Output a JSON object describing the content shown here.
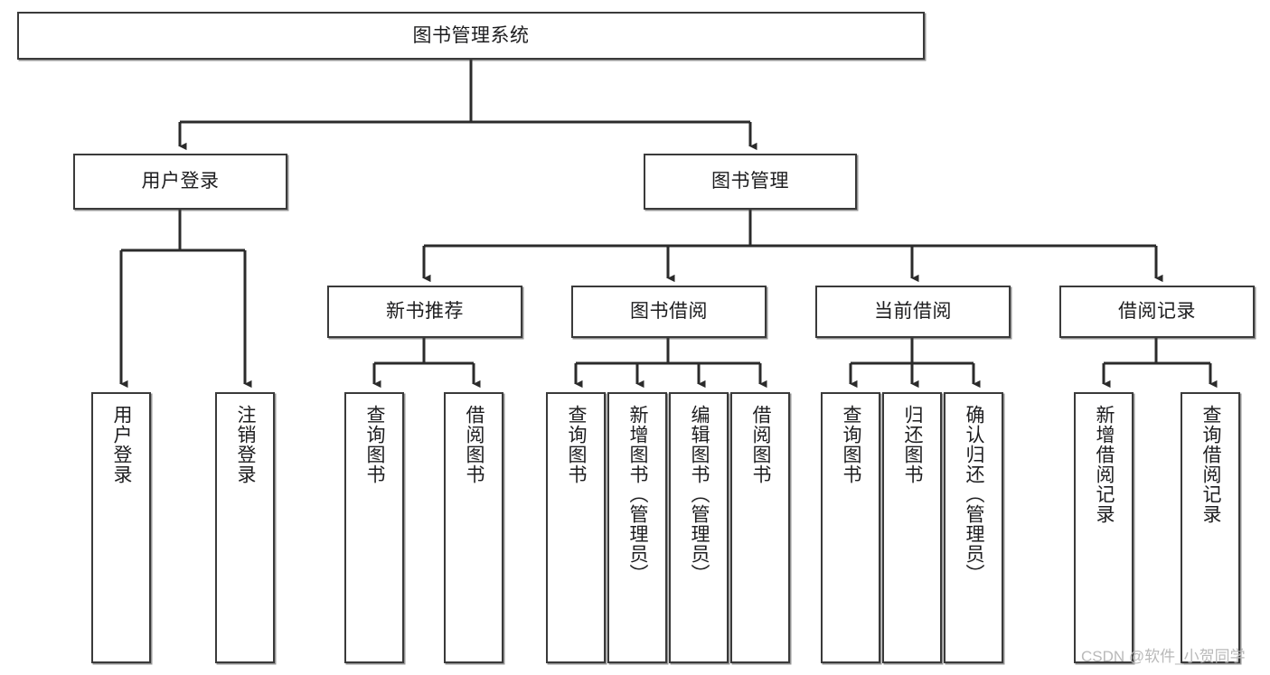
{
  "diagram": {
    "type": "tree-hierarchy-chart",
    "title": "图书管理系统",
    "theme": {
      "background": "#ffffff",
      "box_border": "#3a3a3a",
      "box_fill": "#ffffff",
      "text": "#1d1d1f",
      "connector": "#2b2b2b",
      "watermark": "#b9b9b9"
    },
    "root": {
      "label": "图书管理系统",
      "level": 0
    },
    "level1": [
      {
        "label": "用户登录",
        "level": 1
      },
      {
        "label": "图书管理",
        "level": 1
      }
    ],
    "level2": [
      {
        "label": "新书推荐",
        "level": 2,
        "parent": "图书管理"
      },
      {
        "label": "图书借阅",
        "level": 2,
        "parent": "图书管理"
      },
      {
        "label": "当前借阅",
        "level": 2,
        "parent": "图书管理"
      },
      {
        "label": "借阅记录",
        "level": 2,
        "parent": "图书管理"
      }
    ],
    "leaves": [
      {
        "label": "用户登录",
        "parent": "用户登录",
        "group": "user-login"
      },
      {
        "label": "注销登录",
        "parent": "用户登录",
        "group": "user-login"
      },
      {
        "label": "查询图书",
        "parent": "新书推荐",
        "group": "new-book-recommend"
      },
      {
        "label": "借阅图书",
        "parent": "新书推荐",
        "group": "new-book-recommend"
      },
      {
        "label": "查询图书",
        "parent": "图书借阅",
        "group": "book-borrow"
      },
      {
        "label": "新增图书（管理员）",
        "parent": "图书借阅",
        "group": "book-borrow"
      },
      {
        "label": "编辑图书（管理员）",
        "parent": "图书借阅",
        "group": "book-borrow"
      },
      {
        "label": "借阅图书",
        "parent": "图书借阅",
        "group": "book-borrow"
      },
      {
        "label": "查询图书",
        "parent": "当前借阅",
        "group": "current-borrow"
      },
      {
        "label": "归还图书",
        "parent": "当前借阅",
        "group": "current-borrow"
      },
      {
        "label": "确认归还（管理员）",
        "parent": "当前借阅",
        "group": "current-borrow"
      },
      {
        "label": "新增借阅记录",
        "parent": "借阅记录",
        "group": "borrow-record"
      },
      {
        "label": "查询借阅记录",
        "parent": "借阅记录",
        "group": "borrow-record"
      }
    ],
    "watermark": "CSDN @软件_小贺同学"
  }
}
